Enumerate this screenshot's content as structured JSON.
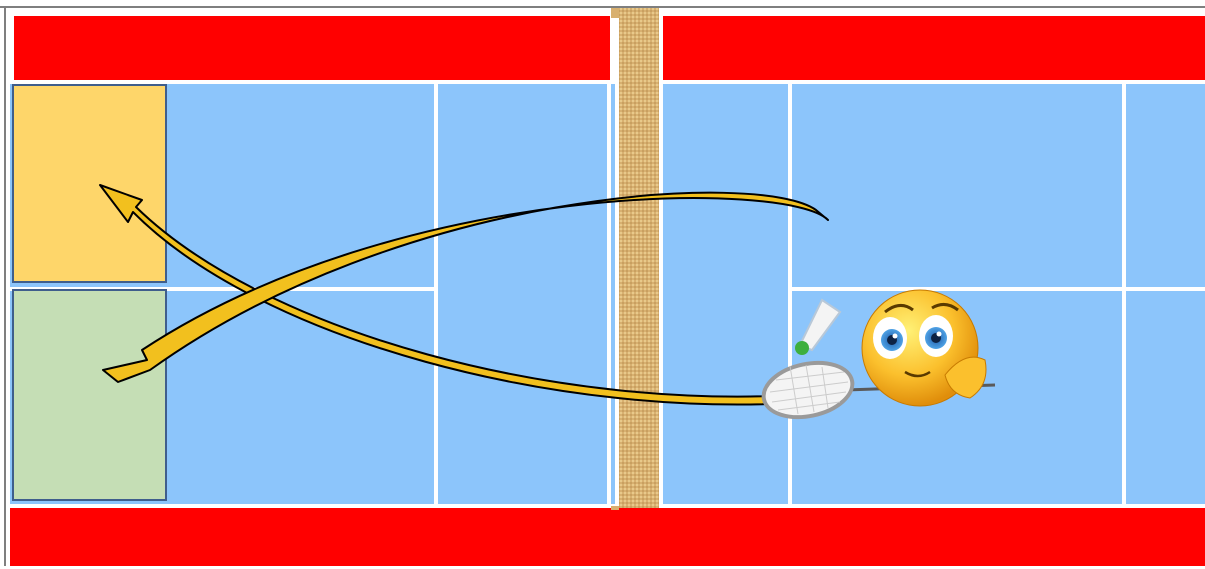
{
  "diagram": {
    "type": "badminton-court-shot-diagram",
    "colors": {
      "court": "#8CC5FB",
      "lines": "#FFFFFF",
      "alley": "#FF0000",
      "net": "#D8B070",
      "target_upper": "#FED66A",
      "target_lower": "#C5DEB5",
      "zone_border": "#3F5E8C",
      "arrow_fill": "#F2C01E",
      "arrow_outline": "#000000",
      "frame": "#7F7F7F"
    },
    "target_zones": [
      {
        "name": "upper-rear-zone",
        "color": "#FED66A"
      },
      {
        "name": "lower-rear-zone",
        "color": "#C5DEB5"
      }
    ],
    "shots": [
      {
        "name": "shot-to-upper-zone",
        "from": "player",
        "to": "upper-rear-zone"
      },
      {
        "name": "shot-to-lower-zone",
        "from": "player",
        "to": "lower-rear-zone"
      }
    ],
    "player": {
      "icon": "smiley-player-icon",
      "holds": [
        "racket-icon",
        "shuttlecock-icon"
      ]
    }
  }
}
